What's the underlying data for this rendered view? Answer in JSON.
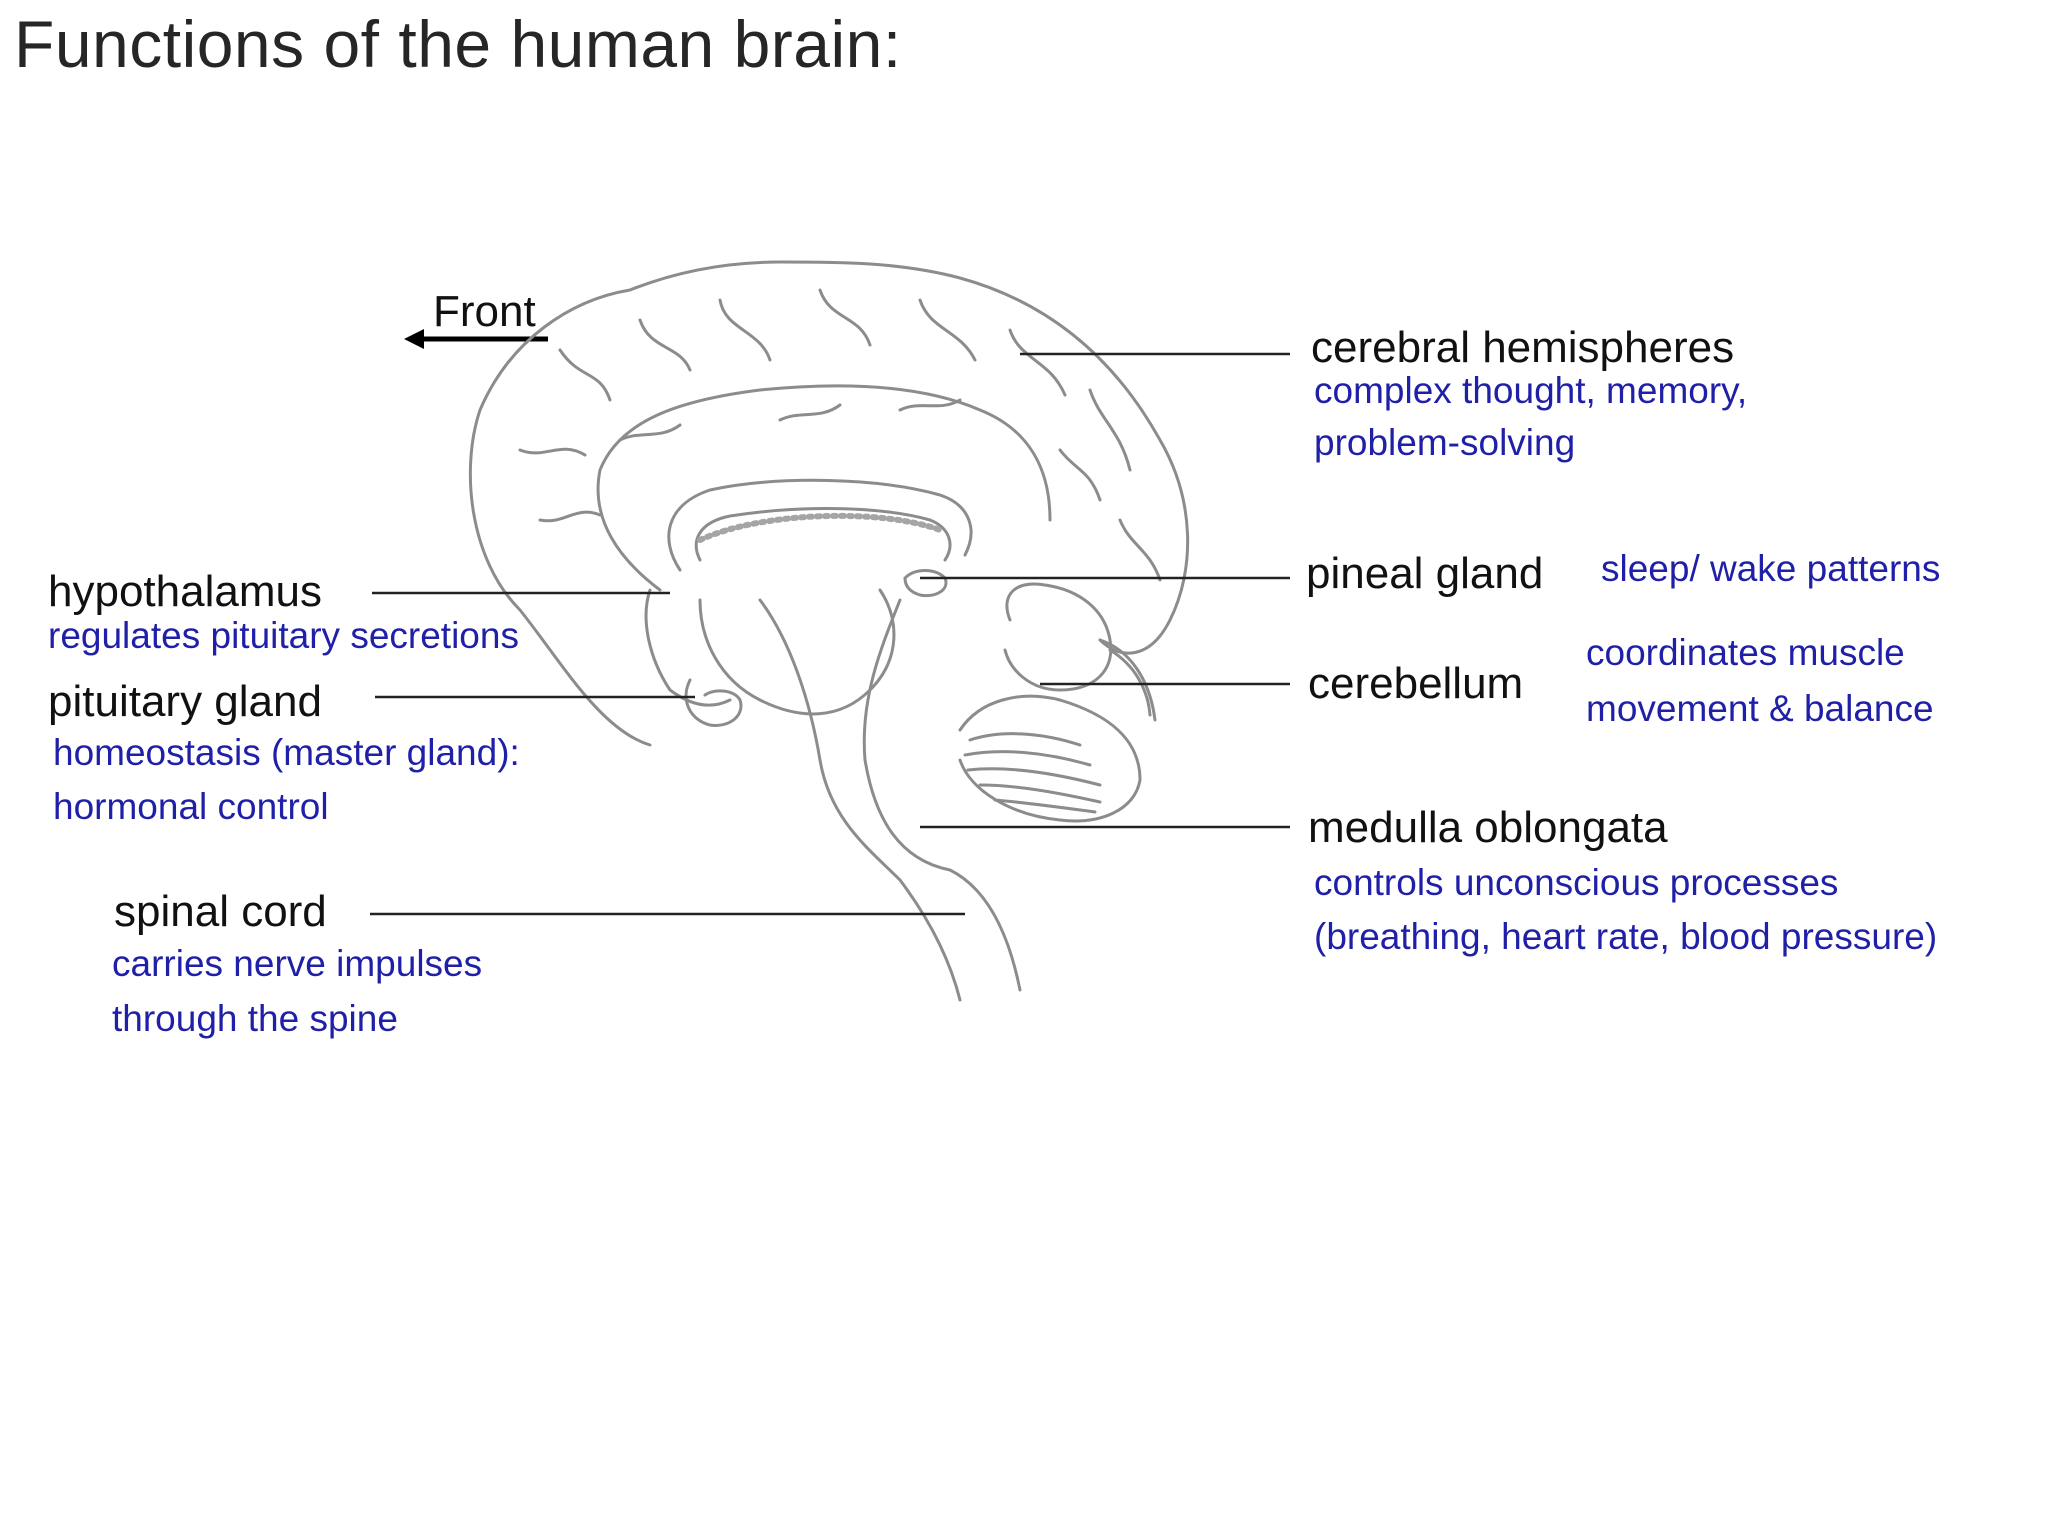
{
  "title": "Functions of the human brain:",
  "orientation": {
    "label": "Front"
  },
  "structures": [
    {
      "key": "cerebral",
      "name": "cerebral hemispheres",
      "function_lines": [
        "complex thought, memory,",
        "problem-solving"
      ]
    },
    {
      "key": "pineal",
      "name": "pineal gland",
      "function_lines": [
        "sleep/ wake patterns"
      ]
    },
    {
      "key": "cerebellum",
      "name": "cerebellum",
      "function_lines": [
        "coordinates muscle",
        "movement & balance"
      ]
    },
    {
      "key": "medulla",
      "name": "medulla oblongata",
      "function_lines": [
        "controls unconscious processes",
        "(breathing, heart rate, blood pressure)"
      ]
    },
    {
      "key": "hypothalamus",
      "name": "hypothalamus",
      "function_lines": [
        "regulates pituitary secretions"
      ]
    },
    {
      "key": "pituitary",
      "name": "pituitary gland",
      "function_lines": [
        "homeostasis (master gland):",
        "hormonal control"
      ]
    },
    {
      "key": "spinal",
      "name": "spinal cord",
      "function_lines": [
        "carries nerve impulses",
        "through the spine"
      ]
    }
  ],
  "colors": {
    "label": "#111111",
    "function_text": "#1f1fa8",
    "outline": "#8c8c8c",
    "leader_line": "#222222"
  }
}
